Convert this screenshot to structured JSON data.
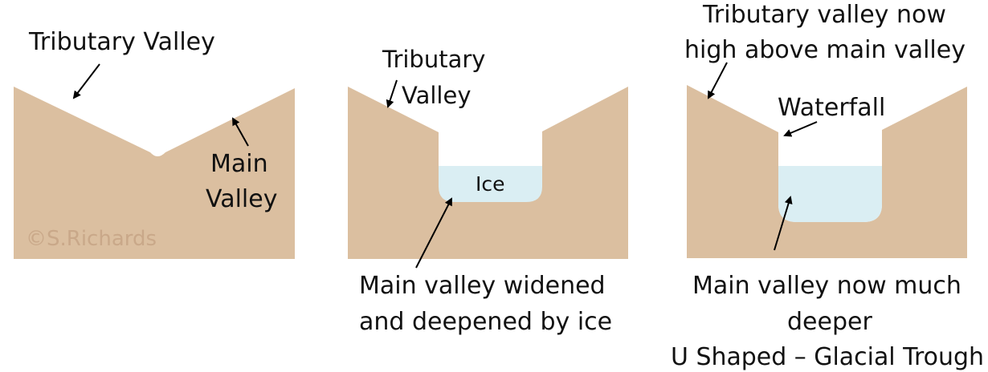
{
  "colors": {
    "rock": "#dbbfa0",
    "ice": "#daeef3",
    "arrow": "#000000",
    "text": "#111111",
    "watermark": "#c9a889"
  },
  "panel1": {
    "tributary_label": "Tributary Valley",
    "main_label_line1": "Main",
    "main_label_line2": "Valley",
    "watermark": "©S.Richards"
  },
  "panel2": {
    "tributary_line1": "Tributary",
    "tributary_line2": "Valley",
    "ice_label": "Ice",
    "caption_line1": "Main valley widened",
    "caption_line2": "and deepened by ice"
  },
  "panel3": {
    "top_line1": "Tributary valley now",
    "top_line2": "high above main valley",
    "waterfall_label": "Waterfall",
    "caption_line1": "Main valley now much",
    "caption_line2": "deeper",
    "caption_line3": "U Shaped – Glacial Trough"
  }
}
